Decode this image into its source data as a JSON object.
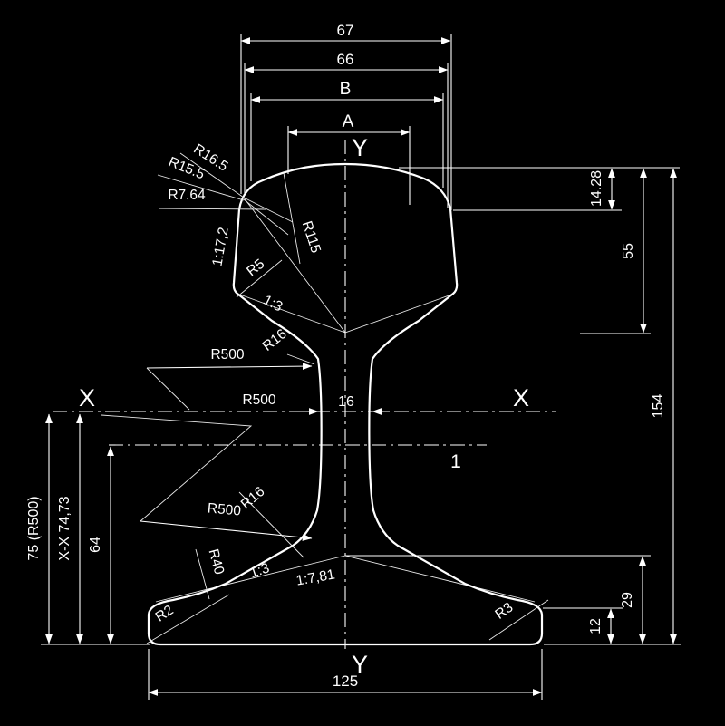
{
  "colors": {
    "background": "#000000",
    "line": "#ffffff"
  },
  "axes": {
    "x_left": "X",
    "x_right": "X",
    "y_top": "Y",
    "y_bottom": "Y",
    "ref_line": "1"
  },
  "dims": {
    "w67": "67",
    "w66": "66",
    "wB": "B",
    "wA": "A",
    "h1428": "14.28",
    "h55": "55",
    "h154": "154",
    "h29": "29",
    "h12": "12",
    "l75": "75 (R500)",
    "lxx": "X-X 74,73",
    "l64": "64",
    "w125": "125",
    "web16": "16"
  },
  "radii": {
    "r165": "R16.5",
    "r155": "R15.5",
    "r764": "R7.64",
    "r115": "R115",
    "r5": "R5",
    "r16_head": "R16",
    "r500_head": "R500",
    "r500_axis": "R500",
    "r500_foot": "R500",
    "r16_foot": "R16",
    "r40": "R40",
    "r2": "R2",
    "r3": "R3"
  },
  "slopes": {
    "head_side": "1:17,2",
    "head_chamfer": "1:3",
    "foot_slope": "1:3",
    "foot_top": "1:7,81"
  }
}
